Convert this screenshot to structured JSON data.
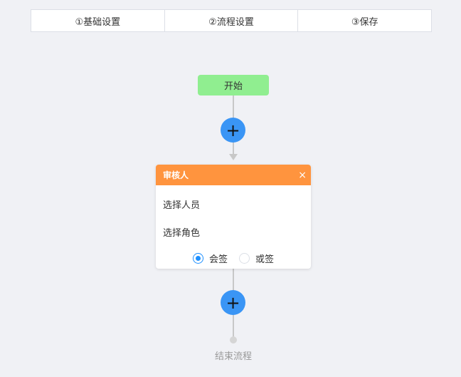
{
  "steps": [
    "①基础设置",
    "②流程设置",
    "③保存"
  ],
  "start_label": "开始",
  "add_icon": "+",
  "approver": {
    "title": "审核人",
    "close": "×",
    "select_person": "选择人员",
    "select_role": "选择角色",
    "options": [
      {
        "label": "会签",
        "checked": true
      },
      {
        "label": "或签",
        "checked": false
      }
    ]
  },
  "end_label": "结束流程"
}
